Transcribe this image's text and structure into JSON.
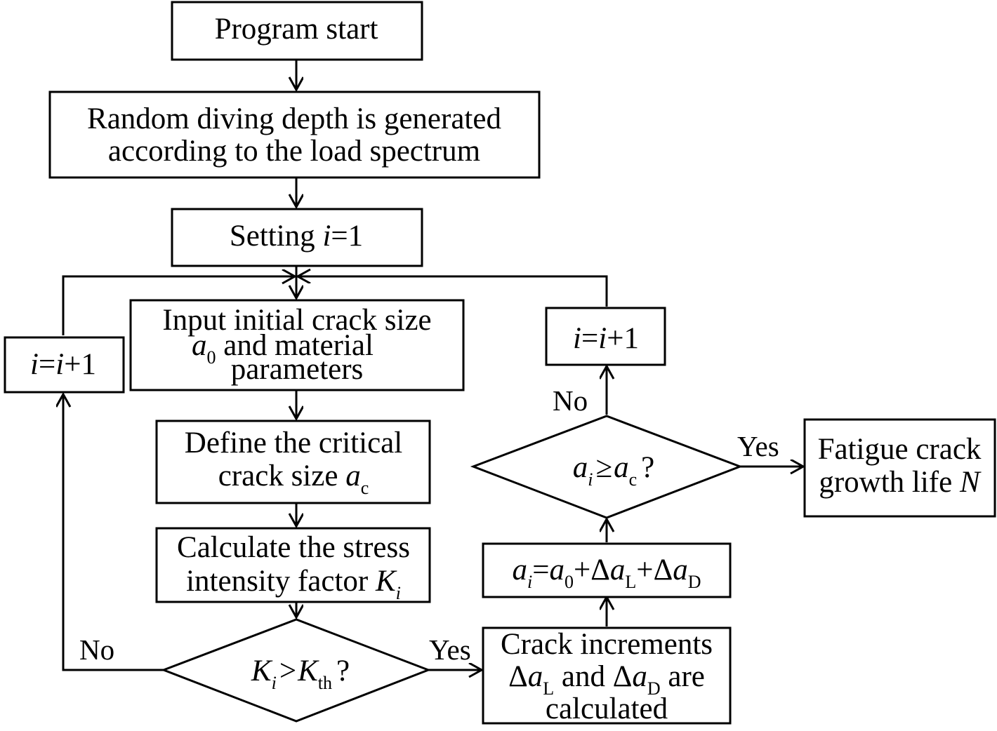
{
  "nodes": {
    "start": "Program start",
    "random": [
      "Random diving depth is generated",
      "according to the load spectrum"
    ],
    "setting": {
      "text": "Setting ",
      "var": "i",
      "rest": "=1"
    },
    "input": {
      "line1": "Input initial crack size",
      "var": "a",
      "sub": "0",
      "line2_rest": " and material",
      "line3": "parameters"
    },
    "define": {
      "line1": "Define the critical",
      "line2": "crack size ",
      "var": "a",
      "sub": "c"
    },
    "calc": {
      "line1": "Calculate the stress",
      "line2": "intensity factor ",
      "var": "K",
      "sub": "i"
    },
    "decision1": {
      "var1": "K",
      "sub1": "i",
      "op": ">",
      "var2": "K",
      "sub2": "th",
      "q": "?"
    },
    "incr_left": {
      "var1": "i",
      "eq": "=",
      "var2": "i",
      "plus": "+1"
    },
    "crack_incr": {
      "line1": "Crack increments",
      "delta": "Δ",
      "var": "a",
      "sub1": "L",
      "mid": " and ",
      "sub2": "D",
      "tail": " are",
      "line3": "calculated"
    },
    "formula": {
      "var": "a",
      "sub_i": "i",
      "eq": "=",
      "sub_0": "0",
      "plus": "+",
      "delta": "Δ",
      "sub_L": "L",
      "sub_D": "D"
    },
    "decision2": {
      "var": "a",
      "sub1": "i",
      "op": "≥",
      "sub2": "c",
      "q": "?"
    },
    "incr_right": {
      "var1": "i",
      "eq": "=",
      "var2": "i",
      "plus": "+1"
    },
    "result": {
      "line1": "Fatigue crack",
      "line2": "growth life ",
      "var": "N"
    }
  },
  "labels": {
    "no_left": "No",
    "yes_bottom": "Yes",
    "no_right": "No",
    "yes_right": "Yes"
  }
}
